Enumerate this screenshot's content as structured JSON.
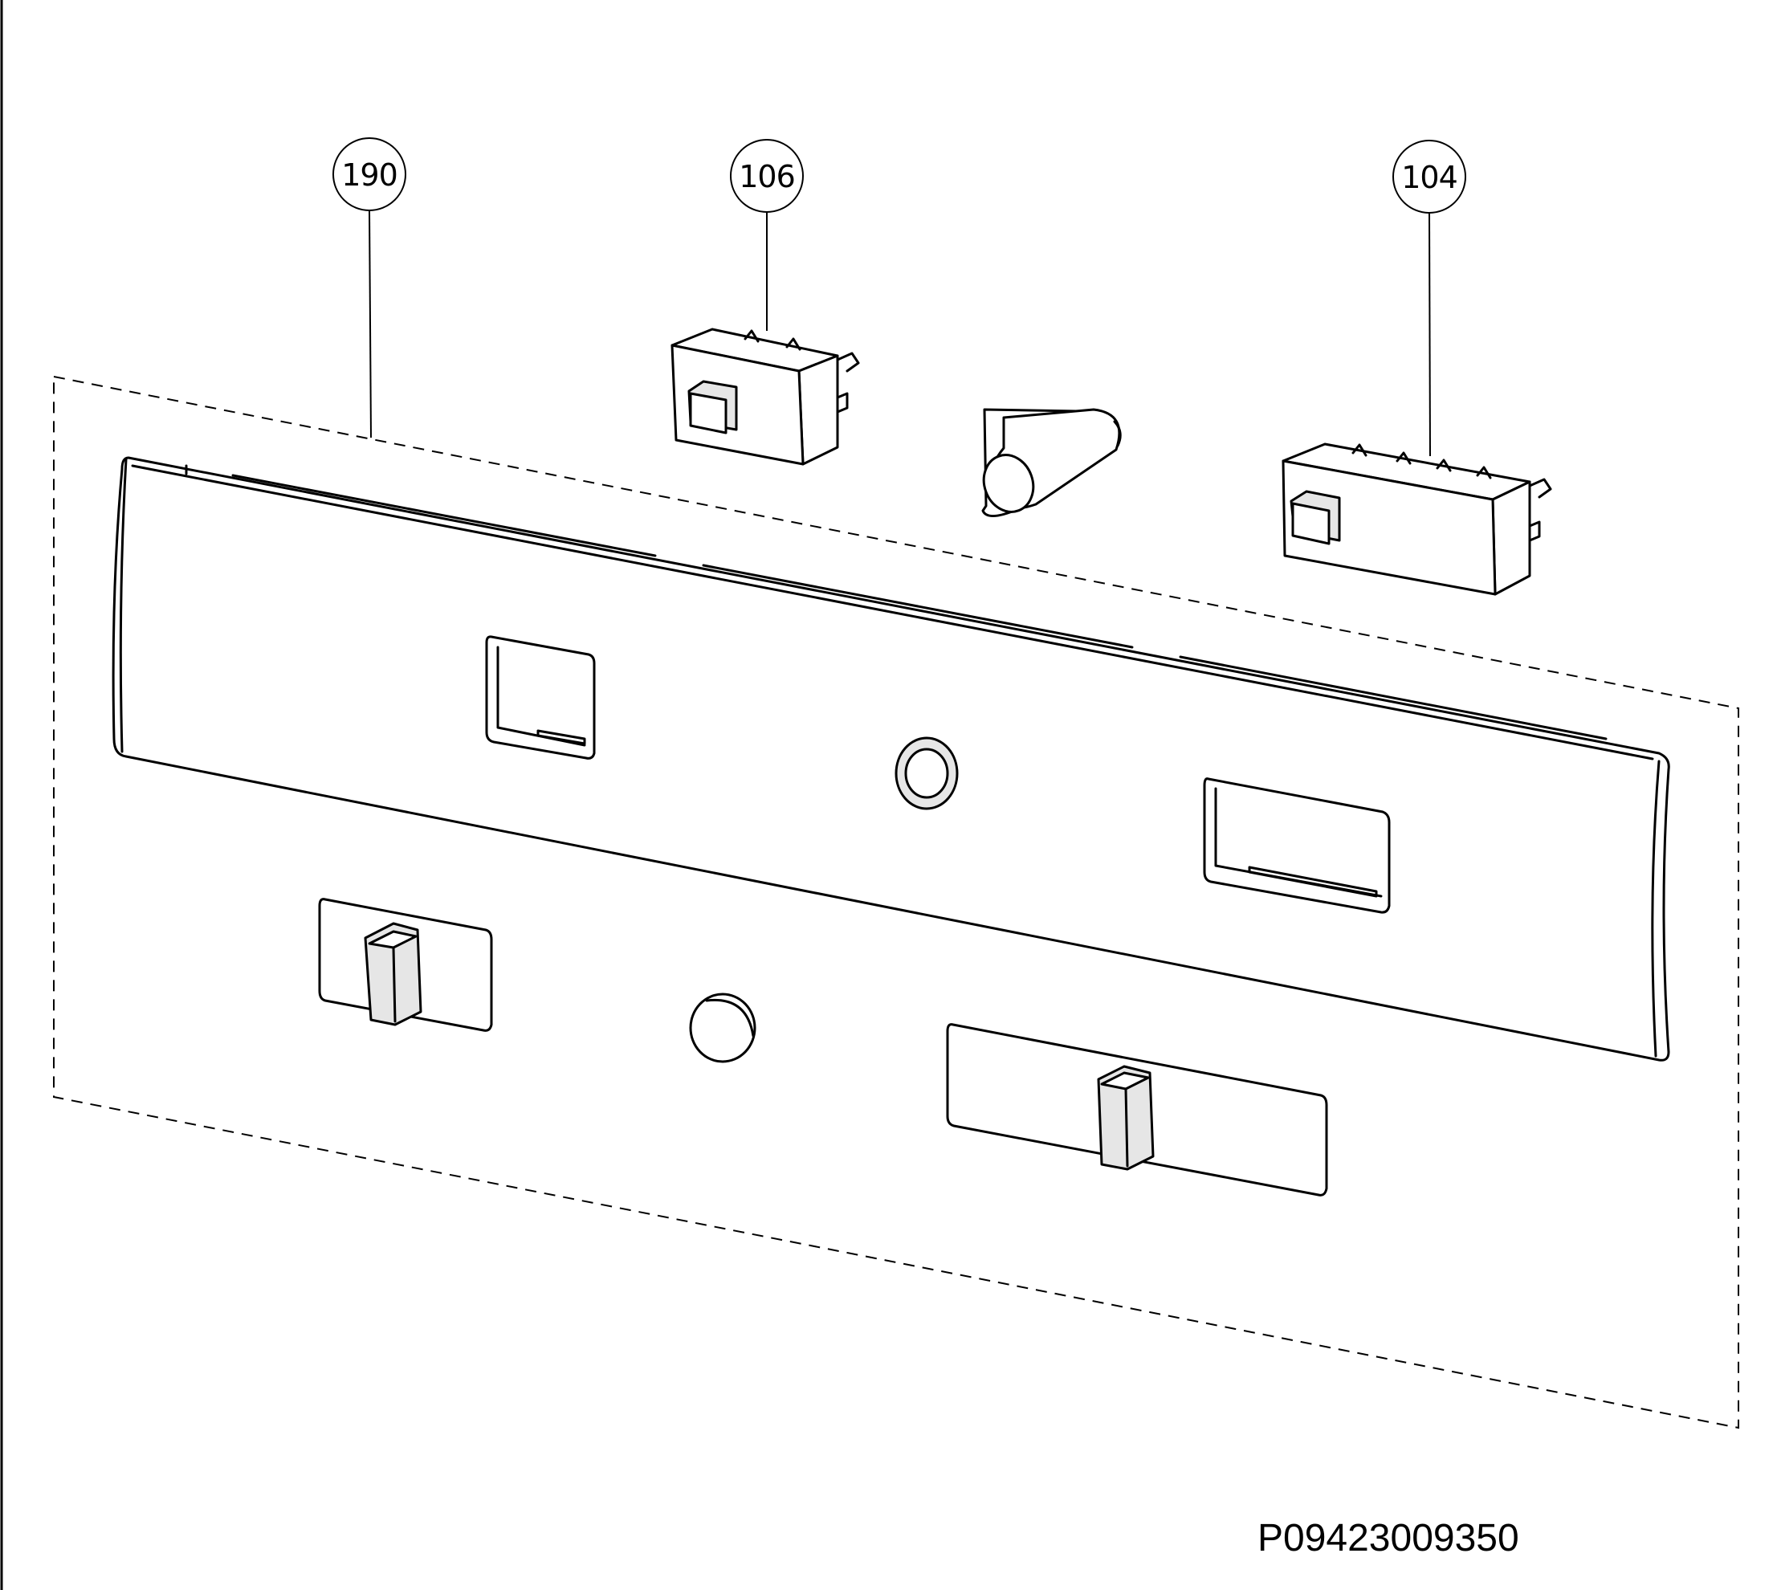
{
  "callouts": [
    {
      "id": "panel",
      "label": "190"
    },
    {
      "id": "switch-left",
      "label": "106"
    },
    {
      "id": "switch-right",
      "label": "104"
    }
  ],
  "part_code": "P09423009350",
  "colors": {
    "line": "#000000",
    "background": "#ffffff",
    "shade": "#e6e6e6"
  }
}
